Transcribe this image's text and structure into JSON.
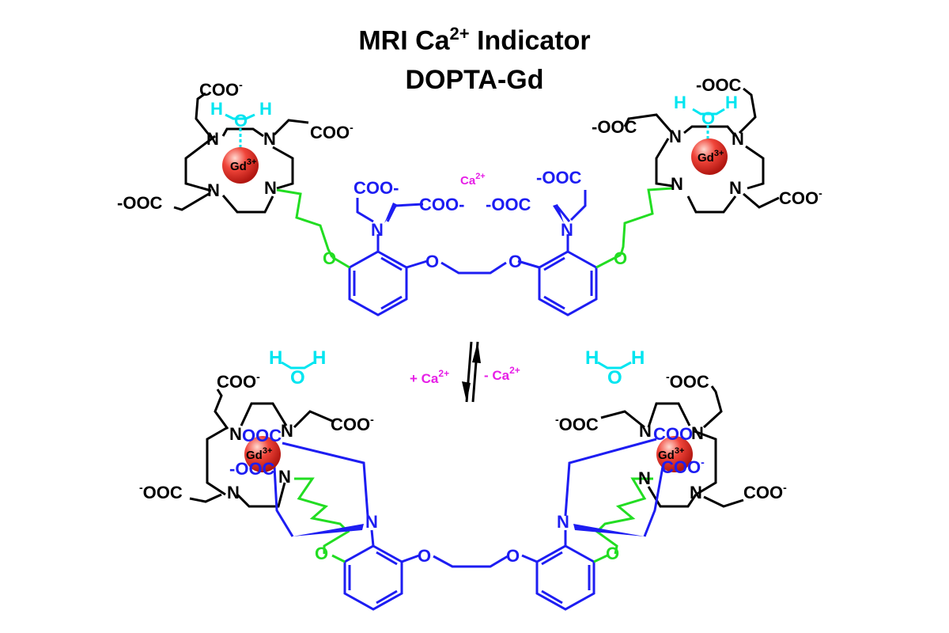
{
  "title": {
    "line1_a": "MRI Ca",
    "line1_sup": "2+",
    "line1_b": " Indicator",
    "line2": "DOPTA-Gd"
  },
  "colors": {
    "black": "#000000",
    "blue": "#1d1df2",
    "cyan": "#00e5f0",
    "magenta": "#e61ee6",
    "green": "#22dd22",
    "gd_sphere": "#e8322a"
  },
  "labels": {
    "coo": "COO",
    "ooc": "OOC",
    "minus": "-",
    "n": "N",
    "o": "O",
    "h": "H",
    "gd": "Gd",
    "gd_sup": "3+",
    "coo_minus": "COO-",
    "minus_ooc": "-OOC",
    "ca": "Ca",
    "ca_sup": "2+",
    "plus_ca": "+ Ca",
    "minus_ca": "- Ca"
  },
  "icons": [
    "gd-sphere-icon",
    "equilibrium-arrow-icon"
  ]
}
